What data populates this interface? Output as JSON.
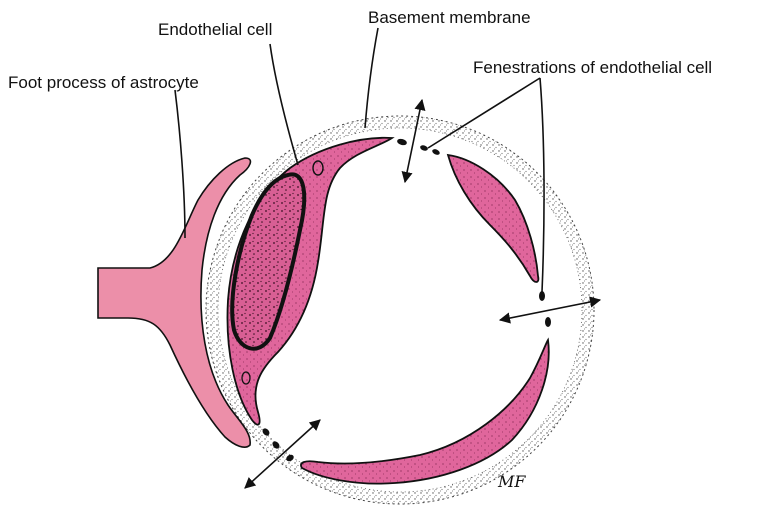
{
  "labels": {
    "endothelial_cell": "Endothelial cell",
    "basement_membrane": "Basement membrane",
    "foot_process": "Foot process of astrocyte",
    "fenestrations": "Fenestrations of endothelial cell"
  },
  "signature": "MF",
  "colors": {
    "cell_pink": "#e0669c",
    "astrocyte_pink": "#ec8fa9",
    "membrane_stipple": "#8a8a8a",
    "outline": "#111111",
    "nucleus": "#111111",
    "background": "#ffffff"
  }
}
